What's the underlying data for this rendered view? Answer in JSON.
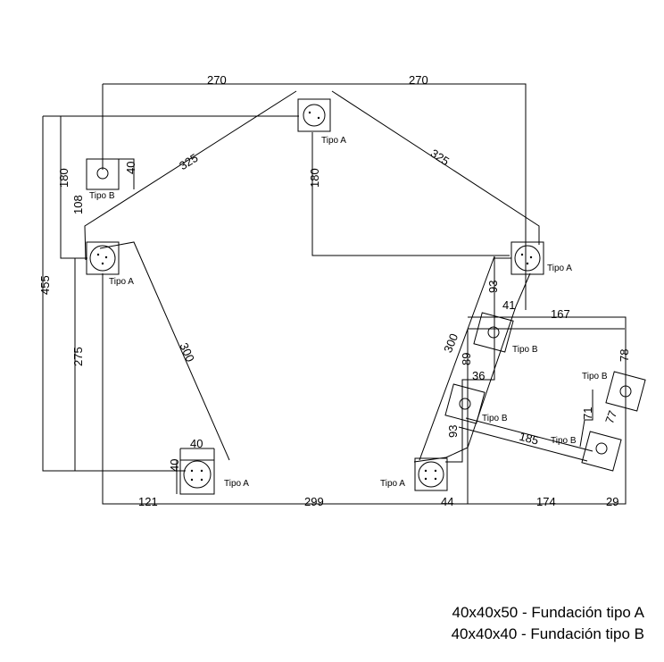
{
  "diagram": {
    "line_color": "#000000",
    "background": "#ffffff",
    "dimensions": {
      "top_left": "270",
      "top_right": "270",
      "slant_left": "325",
      "slant_right": "325",
      "center_vertical": "180",
      "left_outer_total": "455",
      "left_180": "180",
      "left_108": "108",
      "left_275": "275",
      "left_diag": "300",
      "right_diag": "300",
      "b_square_40": "40",
      "a_square_40_top": "40",
      "a_square_40_side": "40",
      "dim_93_upper": "93",
      "dim_41": "41",
      "dim_167": "167",
      "dim_89": "89",
      "dim_36": "36",
      "dim_93_lower": "93",
      "dim_78": "78",
      "dim_71": "71",
      "dim_77": "77",
      "dim_185": "185",
      "bottom_121": "121",
      "bottom_299": "299",
      "bottom_44": "44",
      "bottom_174": "174",
      "bottom_29": "29"
    },
    "footings": {
      "top_center": "Tipo A",
      "right_upper": "Tipo A",
      "left_upper": "Tipo A",
      "bottom_left": "Tipo A",
      "bottom_center": "Tipo A",
      "left_b": "Tipo B",
      "right_b1": "Tipo B",
      "right_b2": "Tipo B",
      "right_b3": "Tipo B",
      "right_b4": "Tipo B"
    }
  },
  "legend": {
    "type_a": "40x40x50 - Fundación tipo A",
    "type_b": "40x40x40 - Fundación tipo B"
  }
}
